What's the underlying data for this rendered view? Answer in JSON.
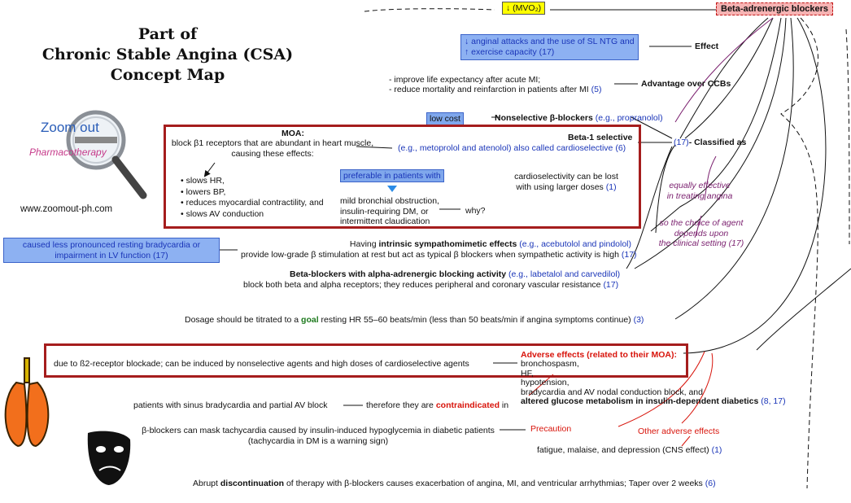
{
  "title": {
    "line1": "Part of",
    "line2": "Chronic Stable Angina (CSA)",
    "line3": "Concept Map"
  },
  "logo": {
    "word_top": "Zoom out",
    "word_bottom": "Pharmacotherapy",
    "url": "www.zoomout-ph.com"
  },
  "colors": {
    "frame": "#a51d1d",
    "highlight": "#7fa7ec",
    "ref": "#1a35b8",
    "accent_red": "#d8140b",
    "yellow": "#ffff00",
    "pink": "#f6b3b3"
  },
  "top": {
    "mvo2": "↓ (MVO₂)",
    "beta_blockers": "Beta-adrenergic blockers"
  },
  "effect": {
    "box_line1": "↓ anginal attacks and the use of SL NTG and",
    "box_line2": "↑ exercise capacity",
    "box_ref": "(17)",
    "label": "Effect"
  },
  "advantage": {
    "line1": "- improve life expectancy after acute MI;",
    "line2": "- reduce mortality and reinfarction in patients after MI",
    "ref": "(5)",
    "label": "Advantage over CCBs"
  },
  "nonselective": {
    "low_cost": "low cost",
    "label": "Nonselective β-blockers",
    "example": "(e.g., propranolol)"
  },
  "classified": {
    "ref": "(17)",
    "label": "- Classified as"
  },
  "moa": {
    "label": "MOA:",
    "line1": "block β1 receptors that are abundant in heart muscle,",
    "line2": "causing these effects:",
    "effects": [
      "• slows HR,",
      "• lowers BP,",
      "• reduces myocardial contractility, and",
      "• slows AV conduction"
    ]
  },
  "beta1": {
    "label": "Beta-1 selective",
    "example_pre": "(e.g., metoprolol and atenolol) also called cardioselective",
    "example_ref": "(6)",
    "preferable": "preferable in patients with",
    "conditions": [
      "mild bronchial obstruction,",
      "insulin-requiring DM, or",
      "intermittent claudication"
    ],
    "why": "why?",
    "loss_line1": "cardioselectivity can be lost",
    "loss_line2": "with using larger doses",
    "loss_ref": "(1)"
  },
  "equally": {
    "line1": "equally effective",
    "line2": "in treating angina",
    "line3": "so the choice of agent",
    "line4": "depends upon",
    "line5": "the clinical setting",
    "ref": "(17)"
  },
  "isa": {
    "box_line1": "caused less pronounced resting bradycardia or",
    "box_line2": "impairment in LV function",
    "box_ref": "(17)",
    "title_pre": "Having",
    "title_bold": "intrinsic sympathomimetic effects",
    "title_ex": "(e.g., acebutolol and pindolol)",
    "desc": "provide low-grade β stimulation at rest but act as typical β blockers when sympathetic activity is high",
    "desc_ref": "(17)"
  },
  "alpha": {
    "title_bold": "Beta-blockers with alpha-adrenergic blocking activity",
    "title_ex": "(e.g., labetalol and carvedilol)",
    "desc": "block both beta and alpha receptors; they reduces peripheral and coronary vascular resistance",
    "desc_ref": "(17)"
  },
  "dosage": {
    "pre": "Dosage should be titrated to a",
    "goal": "goal",
    "post": "resting HR 55–60 beats/min (less than 50 beats/min if angina symptoms continue)",
    "ref": "(3)"
  },
  "adverse": {
    "title": "Adverse effects (related to their MOA):",
    "items": [
      "bronchospasm,",
      "HF,",
      "hypotension,",
      "bradycardia and AV nodal conduction block, and",
      "altered glucose metabolism in insulin-dependent diabetics"
    ],
    "items_ref": "(8, 17)",
    "cause": "due to ß2-receptor blockade; can be induced by nonselective agents and high doses of cardioselective agents"
  },
  "contra": {
    "patients": "patients with sinus bradycardia and partial AV block",
    "pre": "therefore they are",
    "bold": "contraindicated",
    "post": "in"
  },
  "precaution": {
    "line1": "β-blockers can mask tachycardia caused by insulin-induced hypoglycemia in diabetic patients",
    "line2": "(tachycardia in DM is a warning sign)",
    "label": "Precaution"
  },
  "other": {
    "label": "Other adverse effects",
    "desc": "fatigue, malaise, and depression (CNS effect)",
    "ref": "(1)"
  },
  "discontinuation": {
    "pre": "Abrupt",
    "bold": "discontinuation",
    "post": "of therapy with β-blockers causes exacerbation of angina, MI, and ventricular arrhythmias; Taper over 2 weeks",
    "ref": "(6)"
  }
}
